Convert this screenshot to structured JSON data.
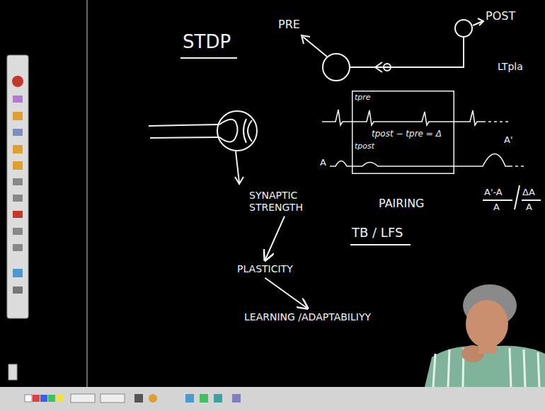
{
  "diagram": {
    "title": "STDP",
    "nodes": [
      {
        "text": [
          "PRE"
        ]
      },
      {
        "text": [
          "POST"
        ]
      },
      {
        "text": [
          "SYNAPTIC STRENGTH"
        ]
      },
      {
        "text": [
          "PLASTICITY"
        ]
      },
      {
        "text": [
          "LEARNING /ADAPTABILIYY"
        ]
      },
      {
        "text": [
          "tpre",
          "tpost − tpre = Δ",
          "tpost",
          "PAIRING"
        ]
      }
    ],
    "edges": [
      {
        "from": 0,
        "to": 1,
        "arrow": "none"
      },
      {
        "from": 2,
        "to": 3,
        "arrow": "to"
      },
      {
        "from": 3,
        "to": 4,
        "arrow": "to"
      }
    ],
    "labels": [
      "LTpla",
      "A",
      "A'",
      "A'-A",
      "A",
      "ΔA",
      "A",
      "TB / LFS"
    ]
  }
}
